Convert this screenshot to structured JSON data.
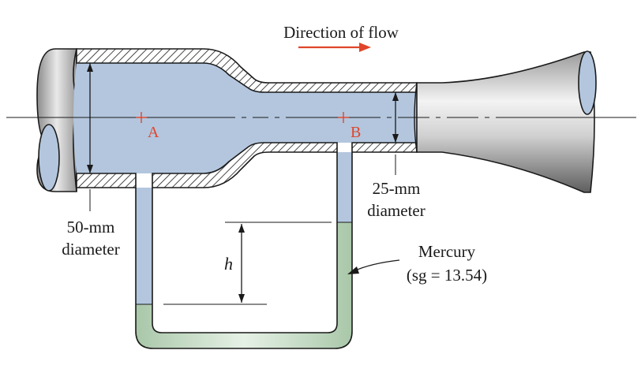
{
  "figure": {
    "direction_label": "Direction of flow",
    "point_a": "A",
    "point_b": "B",
    "large_diameter": {
      "line1": "50-mm",
      "line2": "diameter"
    },
    "small_diameter": {
      "line1": "25-mm",
      "line2": "diameter"
    },
    "height_symbol": "h",
    "mercury": {
      "line1": "Mercury",
      "line2": "(sg = 13.54)"
    }
  },
  "colors": {
    "fluid": "#b3c6de",
    "mercury": "#cfe0cf",
    "mercury_edge": "#6f8f6f",
    "pipe_outline": "#1a1a1a",
    "accent_red": "#e0452a",
    "metal_light": "#eeeeee",
    "metal_dark": "#6a6a6a"
  }
}
